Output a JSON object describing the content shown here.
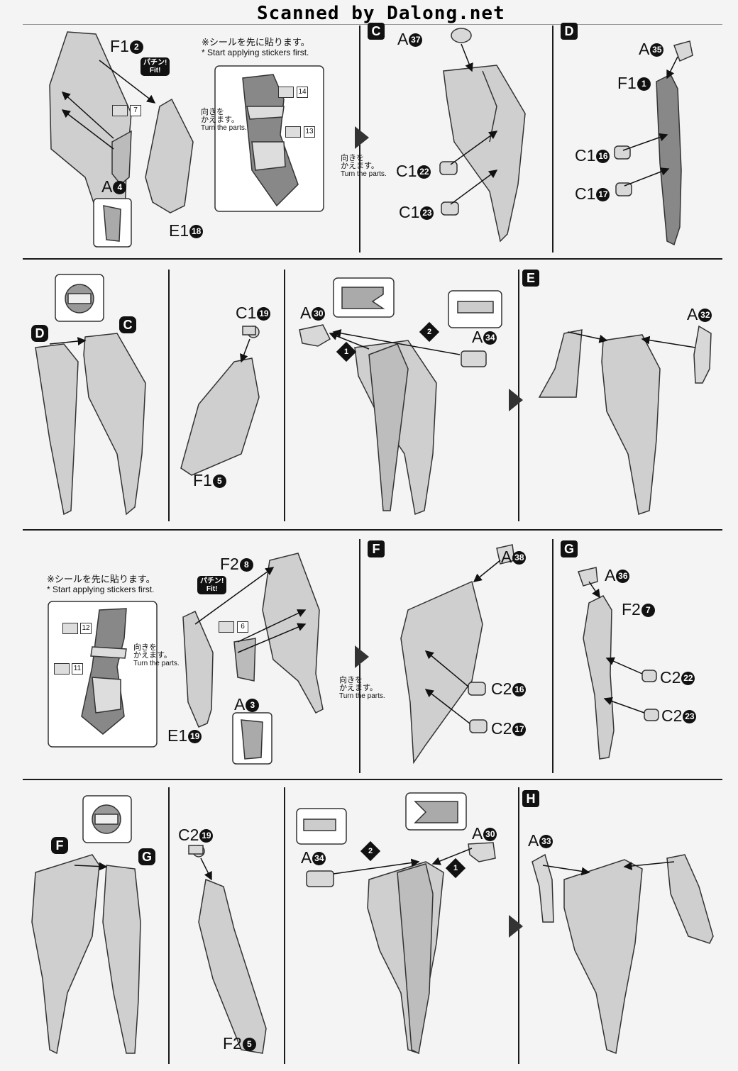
{
  "scan_title": "Scanned by Dalong.net",
  "sticker_note": {
    "jp_lines": [
      "※シールを先に貼ります。"
    ],
    "en": "* Start applying stickers first."
  },
  "turn_note": {
    "jp": "向きを",
    "jp2": "かえます。",
    "en": "Turn the parts."
  },
  "fit_badge": {
    "jp": "パチン!",
    "en": "Fit!"
  },
  "steps": [
    "C",
    "D",
    "E",
    "F",
    "G",
    "H"
  ],
  "row1": {
    "p1": {
      "f": "F1",
      "f_num": "2",
      "a": "A",
      "a_num": "4",
      "e": "E1",
      "e_num": "18",
      "sticker": "7"
    },
    "p1b": {
      "s1": "14",
      "s2": "13"
    },
    "c": {
      "a": "A",
      "a_num": "37",
      "c1": "C1",
      "c1_num": "22",
      "c2": "C1",
      "c2_num": "23"
    },
    "d": {
      "a": "A",
      "a_num": "35",
      "f": "F1",
      "f_num": "1",
      "c1": "C1",
      "c1_num": "16",
      "c2": "C1",
      "c2_num": "17"
    }
  },
  "row2": {
    "p1": {
      "d": "D",
      "c": "C"
    },
    "p2": {
      "c": "C1",
      "c_num": "19",
      "f": "F1",
      "f_num": "5"
    },
    "p3": {
      "a1": "A",
      "a1_num": "30",
      "a2": "A",
      "a2_num": "34",
      "m1": "1",
      "m2": "2"
    },
    "e": {
      "a": "A",
      "a_num": "32"
    }
  },
  "row3": {
    "p1": {
      "f": "F2",
      "f_num": "8",
      "a": "A",
      "a_num": "3",
      "e": "E1",
      "e_num": "19",
      "sticker": "6",
      "s1": "12",
      "s2": "11"
    },
    "f": {
      "a": "A",
      "a_num": "38",
      "c1": "C2",
      "c1_num": "16",
      "c2": "C2",
      "c2_num": "17"
    },
    "g": {
      "a": "A",
      "a_num": "36",
      "f": "F2",
      "f_num": "7",
      "c1": "C2",
      "c1_num": "22",
      "c2": "C2",
      "c2_num": "23"
    }
  },
  "row4": {
    "p1": {
      "f": "F",
      "g": "G"
    },
    "p2": {
      "c": "C2",
      "c_num": "19",
      "f": "F2",
      "f_num": "5"
    },
    "p3": {
      "a1": "A",
      "a1_num": "34",
      "a2": "A",
      "a2_num": "30",
      "m1": "2",
      "m2": "1"
    },
    "h": {
      "a": "A",
      "a_num": "33"
    }
  }
}
